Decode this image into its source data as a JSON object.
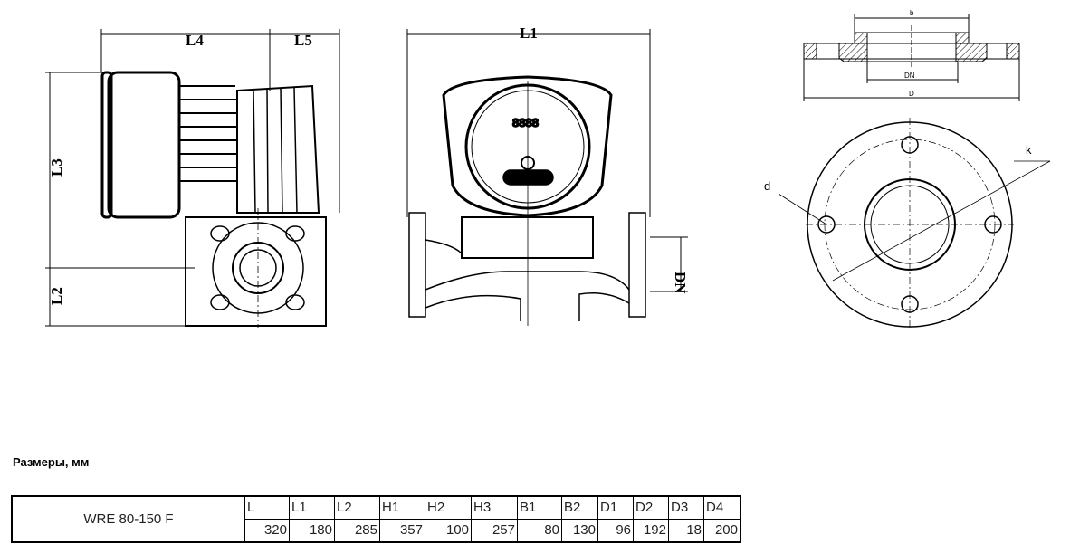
{
  "drawing": {
    "side_view_labels": {
      "l4": "L4",
      "l5": "L5",
      "l3": "L3",
      "l2": "L2"
    },
    "front_view_labels": {
      "l1": "L1",
      "dn": "DN",
      "display": "8888"
    },
    "flange_labels": {
      "b": "b",
      "dn": "DN",
      "d_outer": "D",
      "d_hole": "d",
      "k": "k"
    }
  },
  "table": {
    "title": "Размеры, мм",
    "model": "WRE 80-150 F",
    "headers": [
      "L",
      "L1",
      "L2",
      "H1",
      "H2",
      "H3",
      "B1",
      "B2",
      "D1",
      "D2",
      "D3",
      "D4"
    ],
    "values": [
      "320",
      "180",
      "285",
      "357",
      "100",
      "257",
      "80",
      "130",
      "96",
      "192",
      "18",
      "200"
    ]
  }
}
